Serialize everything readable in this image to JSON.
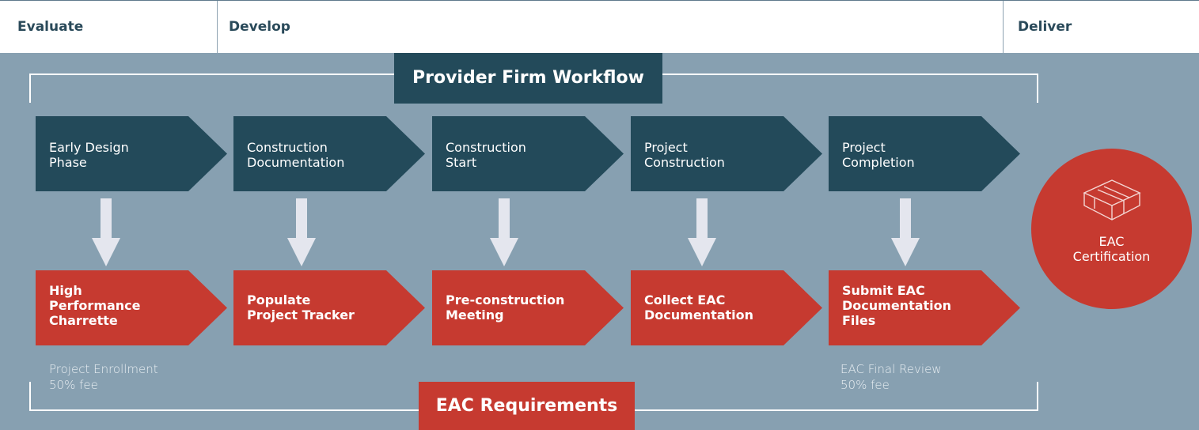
{
  "phases": [
    {
      "label": "Evaluate"
    },
    {
      "label": "Develop"
    },
    {
      "label": "Deliver"
    }
  ],
  "titles": {
    "workflow": "Provider Firm Workflow",
    "requirements": "EAC Requirements"
  },
  "workflow_steps": [
    {
      "line1": "Early Design",
      "line2": "Phase"
    },
    {
      "line1": "Construction",
      "line2": "Documentation"
    },
    {
      "line1": "Construction",
      "line2": "Start"
    },
    {
      "line1": "Project",
      "line2": "Construction"
    },
    {
      "line1": "Project",
      "line2": "Completion"
    }
  ],
  "requirement_steps": [
    {
      "line1": "High",
      "line2": "Performance",
      "line3": "Charrette"
    },
    {
      "line1": "Populate",
      "line2": "Project Tracker",
      "line3": ""
    },
    {
      "line1": "Pre-construction",
      "line2": "Meeting",
      "line3": ""
    },
    {
      "line1": "Collect EAC",
      "line2": "Documentation",
      "line3": ""
    },
    {
      "line1": "Submit EAC",
      "line2": "Documentation",
      "line3": "Files"
    }
  ],
  "notes": {
    "enrollment": {
      "line1": "Project Enrollment",
      "line2": "50% fee"
    },
    "final_review": {
      "line1": "EAC Final Review",
      "line2": "50% fee"
    }
  },
  "certification": {
    "line1": "EAC",
    "line2": "Certification",
    "icon": "building-cube-icon"
  },
  "colors": {
    "dark_teal": "#234a5a",
    "red": "#c63a30",
    "panel": "#87a0b1",
    "arrow": "#e4e6ee"
  }
}
